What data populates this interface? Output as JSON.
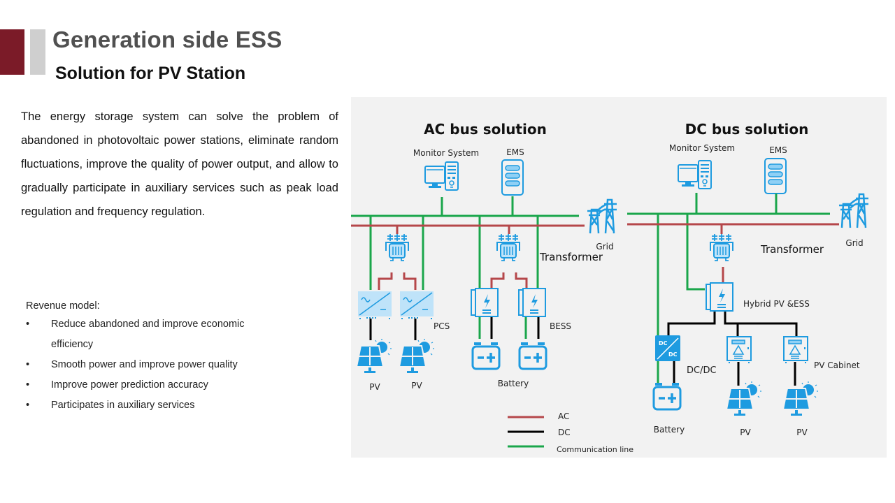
{
  "header": {
    "title": "Generation side ESS",
    "subtitle": "Solution for PV Station",
    "accent_color": "#7b1b28"
  },
  "description": "The energy storage system can solve the problem of abandoned in photovoltaic power stations, eliminate random fluctuations, improve the quality of power output, and allow to gradually participate in auxiliary services such as peak load regulation and frequency regulation.",
  "revenue": {
    "heading": "Revenue model:",
    "bullet": "•",
    "items": [
      "Reduce abandoned and improve economic efficiency",
      "Smooth power and improve power quality",
      "Improve power prediction accuracy",
      "Participates in auxiliary services"
    ]
  },
  "diagram": {
    "colors": {
      "ac": "#b5474a",
      "dc": "#000000",
      "comm": "#1aa64b",
      "icon": "#1e9be0",
      "icon_fill": "#bfe3f9"
    },
    "ac_bus": {
      "title": "AC bus solution",
      "monitor": "Monitor  System",
      "ems": "EMS",
      "grid": "Grid",
      "transformer": "Transformer",
      "pcs": "PCS",
      "bess": "BESS",
      "pv1": "PV",
      "pv2": "PV",
      "battery": "Battery"
    },
    "dc_bus": {
      "title": "DC bus solution",
      "monitor": "Monitor  System",
      "ems": "EMS",
      "grid": "Grid",
      "transformer": "Transformer",
      "hybrid": "Hybrid  PV &ESS",
      "dcdc": "DC/DC",
      "dcdc_top": "DC",
      "dcdc_bottom": "DC",
      "pv_cabinet": "PV Cabinet",
      "battery": "Battery",
      "pv1": "PV",
      "pv2": "PV"
    },
    "legend": [
      {
        "label": "AC",
        "color": "#b5474a"
      },
      {
        "label": "DC",
        "color": "#000000"
      },
      {
        "label": "Communication  line",
        "color": "#1aa64b"
      }
    ]
  }
}
